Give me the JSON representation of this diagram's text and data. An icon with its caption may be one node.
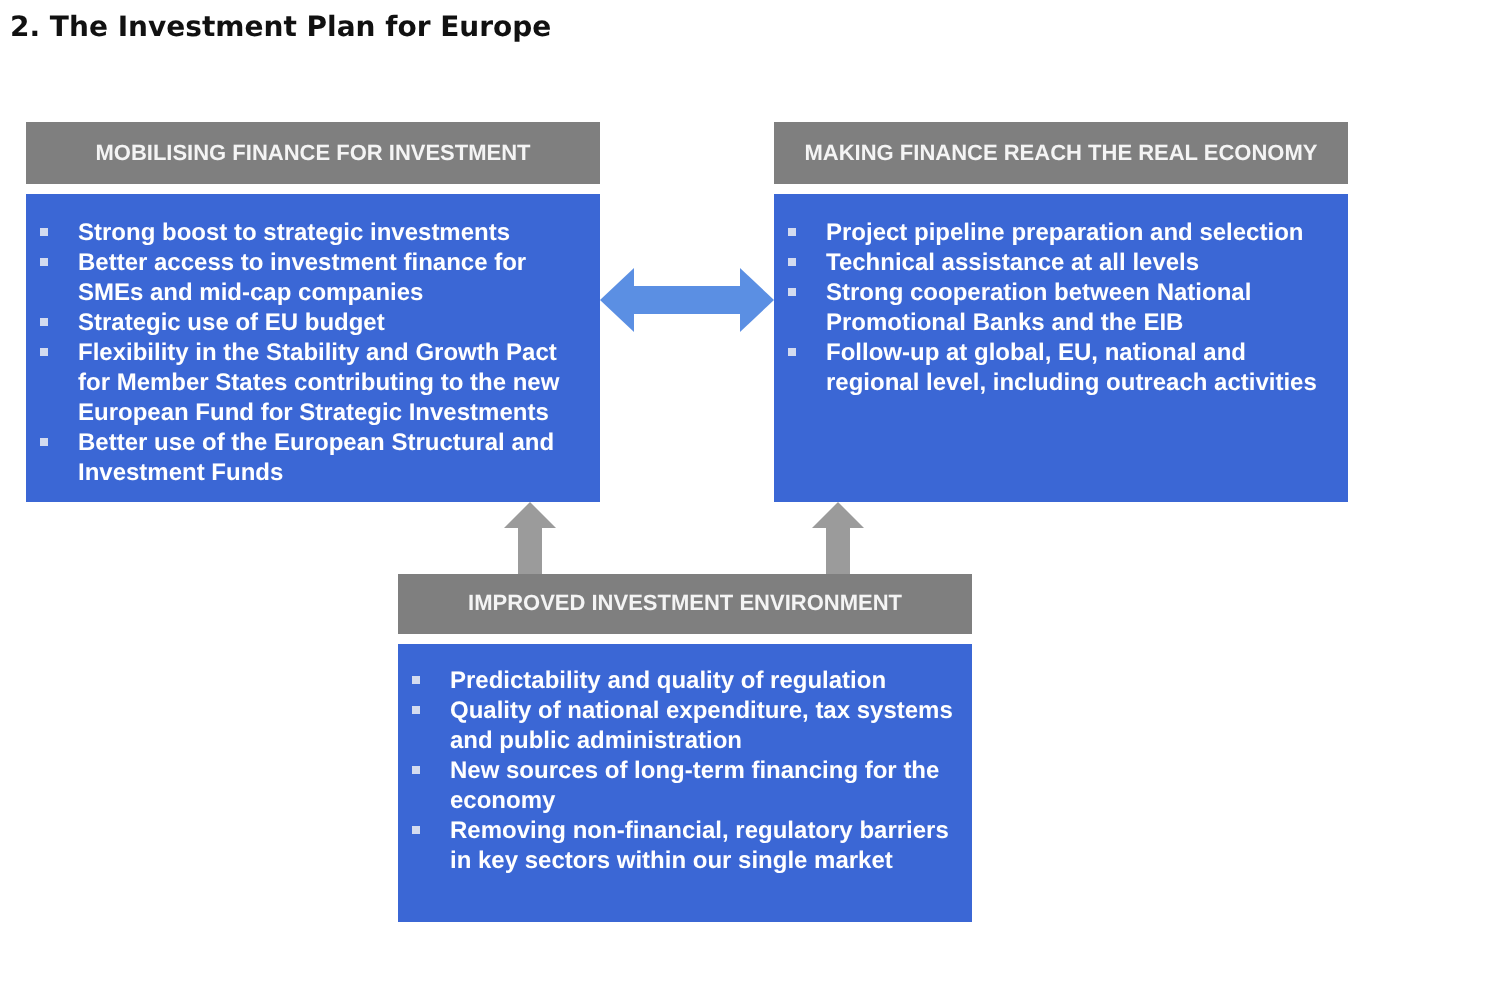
{
  "diagram": {
    "title": "2. The Investment Plan for Europe",
    "nodes": [
      {
        "text": [
          "MOBILISING FINANCE FOR INVESTMENT"
        ]
      },
      {
        "text": [
          "Strong boost to strategic investments",
          "Better access to investment finance for SMEs and mid-cap companies",
          "Strategic use of EU budget",
          "Flexibility in the Stability and Growth Pact for Member States contributing to the new European Fund for Strategic Investments",
          "Better use of the European Structural and Investment Funds"
        ]
      },
      {
        "text": [
          "MAKING FINANCE REACH THE REAL ECONOMY"
        ]
      },
      {
        "text": [
          "Project pipeline preparation and selection",
          "Technical assistance at all levels",
          "Strong cooperation between National Promotional Banks and the EIB",
          "Follow-up at global, EU, national and regional level, including outreach activities"
        ]
      },
      {
        "text": [
          "IMPROVED INVESTMENT ENVIRONMENT"
        ]
      },
      {
        "text": [
          "Predictability and quality of regulation",
          "Quality of national expenditure, tax systems and public administration",
          "New sources of long-term financing for the economy",
          "Removing non-financial, regulatory barriers in key sectors within our single market"
        ]
      }
    ],
    "edges": [
      {
        "from": 1,
        "to": 3,
        "arrow": "both",
        "color": "#5b8fe3"
      },
      {
        "from": 4,
        "to": 1,
        "arrow": "to"
      },
      {
        "from": 4,
        "to": 3,
        "arrow": "to"
      }
    ]
  }
}
